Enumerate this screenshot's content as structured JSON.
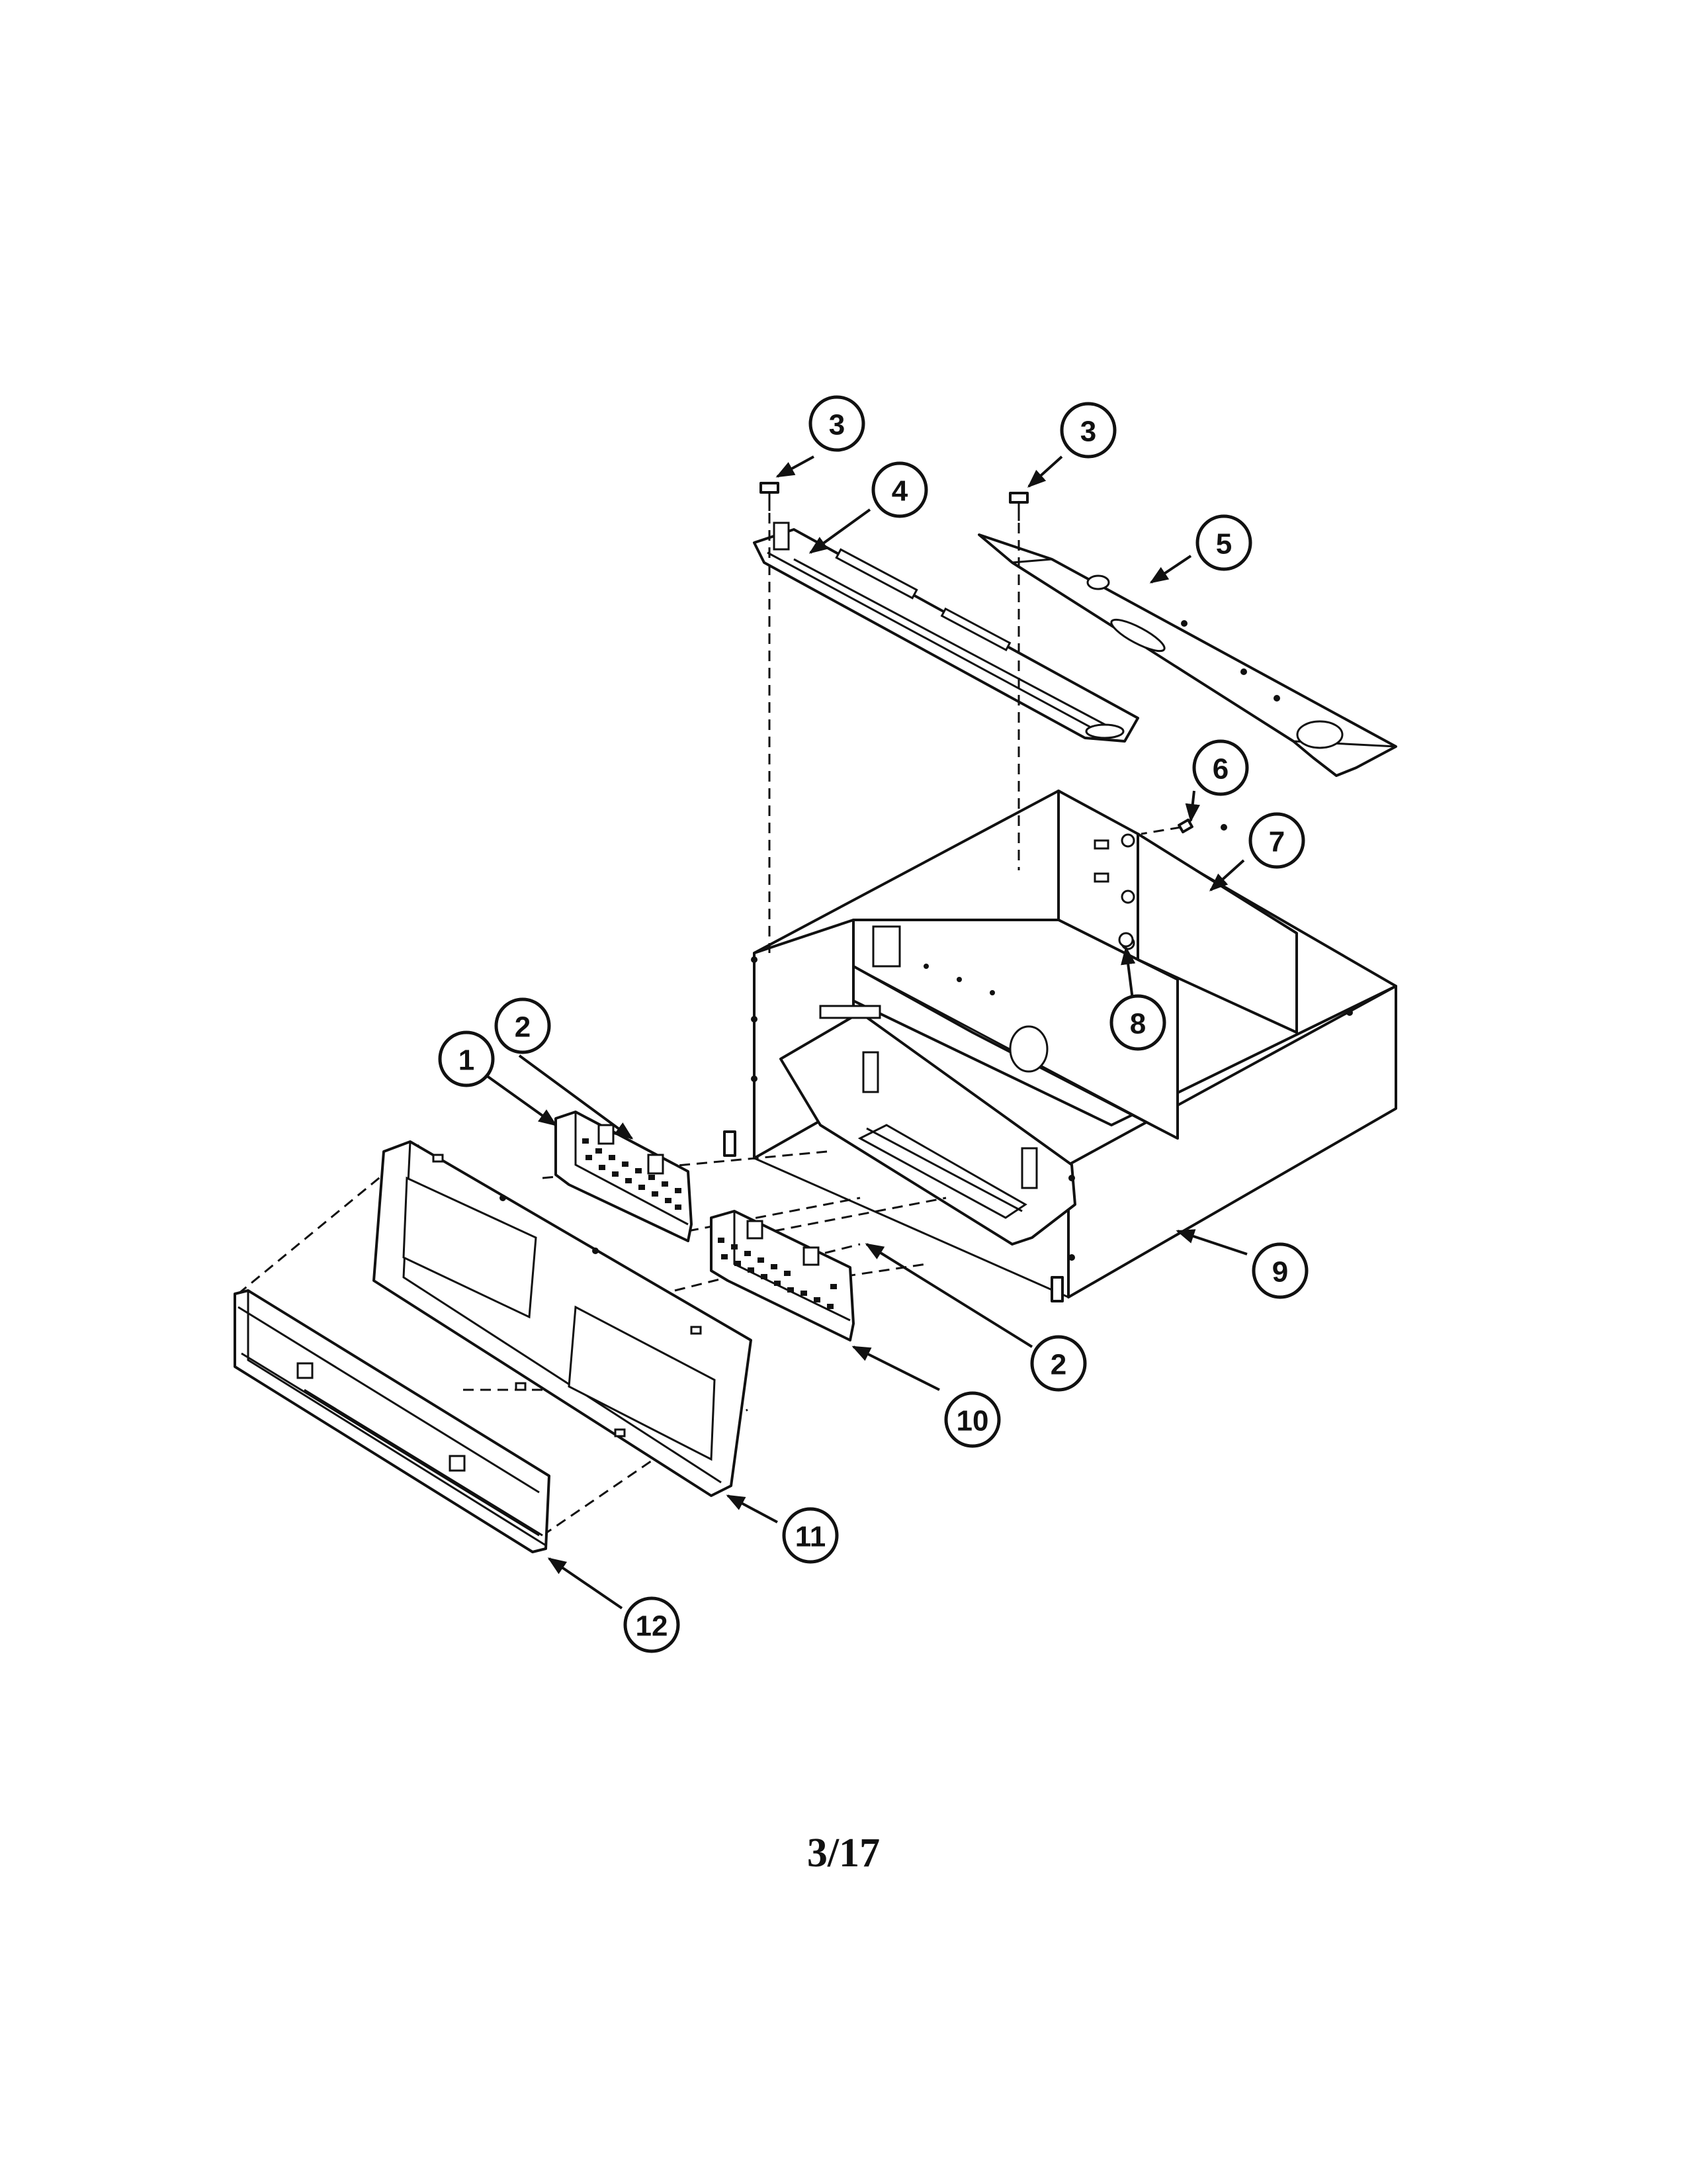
{
  "diagram": {
    "type": "exploded parts view",
    "callouts": [
      {
        "id": "c1",
        "label": "1"
      },
      {
        "id": "c2a",
        "label": "2"
      },
      {
        "id": "c2b",
        "label": "2"
      },
      {
        "id": "c3a",
        "label": "3"
      },
      {
        "id": "c3b",
        "label": "3"
      },
      {
        "id": "c4",
        "label": "4"
      },
      {
        "id": "c5",
        "label": "5"
      },
      {
        "id": "c6",
        "label": "6"
      },
      {
        "id": "c7",
        "label": "7"
      },
      {
        "id": "c8",
        "label": "8"
      },
      {
        "id": "c9",
        "label": "9"
      },
      {
        "id": "c10",
        "label": "10"
      },
      {
        "id": "c11",
        "label": "11"
      },
      {
        "id": "c12",
        "label": "12"
      }
    ]
  },
  "footer": {
    "page_number": "3/17"
  }
}
